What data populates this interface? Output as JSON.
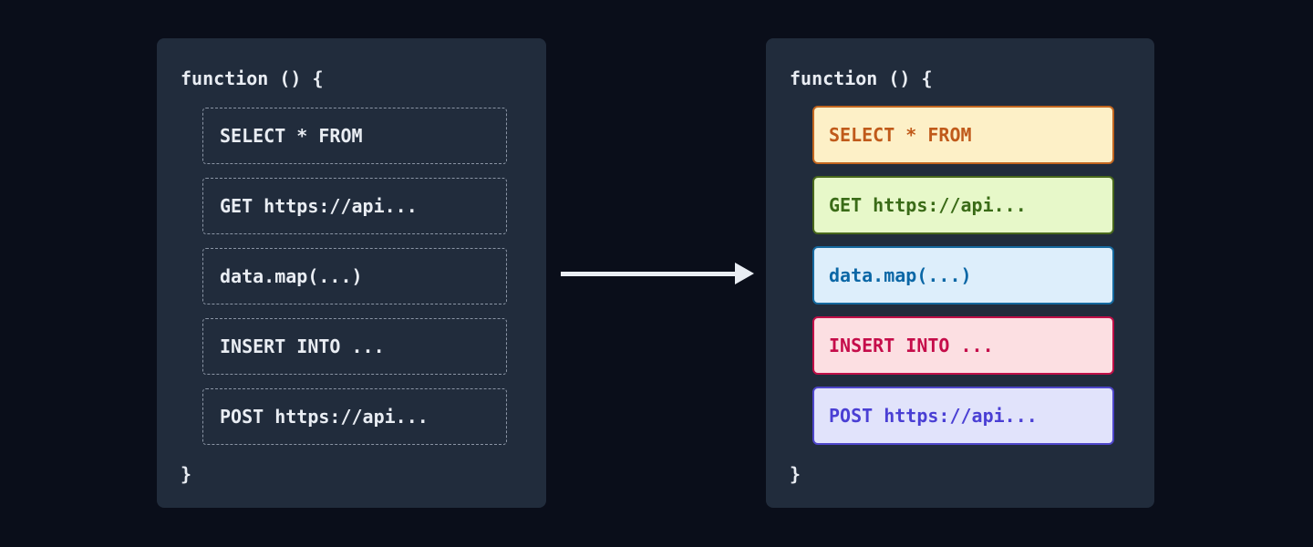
{
  "diagram": {
    "colors": {
      "page_bg": "#0a0e1a",
      "panel_bg": "#212c3c",
      "panel_text": "#e9edf3",
      "dashed_border": "#8a94a4",
      "arrow": "#e9edf3"
    },
    "left_panel": {
      "header": "function () {",
      "closing_brace": "}",
      "blocks": [
        {
          "code": "SELECT * FROM"
        },
        {
          "code": "GET https://api..."
        },
        {
          "code": "data.map(...)"
        },
        {
          "code": "INSERT INTO ..."
        },
        {
          "code": "POST https://api..."
        }
      ]
    },
    "right_panel": {
      "header": "function () {",
      "closing_brace": "}",
      "blocks": [
        {
          "code": "SELECT * FROM",
          "bg": "#fdf0c7",
          "border": "#c2661f",
          "text": "#c05a1a"
        },
        {
          "code": "GET https://api...",
          "bg": "#e7f8c9",
          "border": "#49691c",
          "text": "#3a6b17"
        },
        {
          "code": "data.map(...)",
          "bg": "#ddeefb",
          "border": "#15699f",
          "text": "#0b67a6"
        },
        {
          "code": "INSERT INTO ...",
          "bg": "#fcdfe2",
          "border": "#c00f48",
          "text": "#c50d4a"
        },
        {
          "code": "POST https://api...",
          "bg": "#e1e3fb",
          "border": "#4e46ca",
          "text": "#4a3fd4"
        }
      ]
    }
  }
}
